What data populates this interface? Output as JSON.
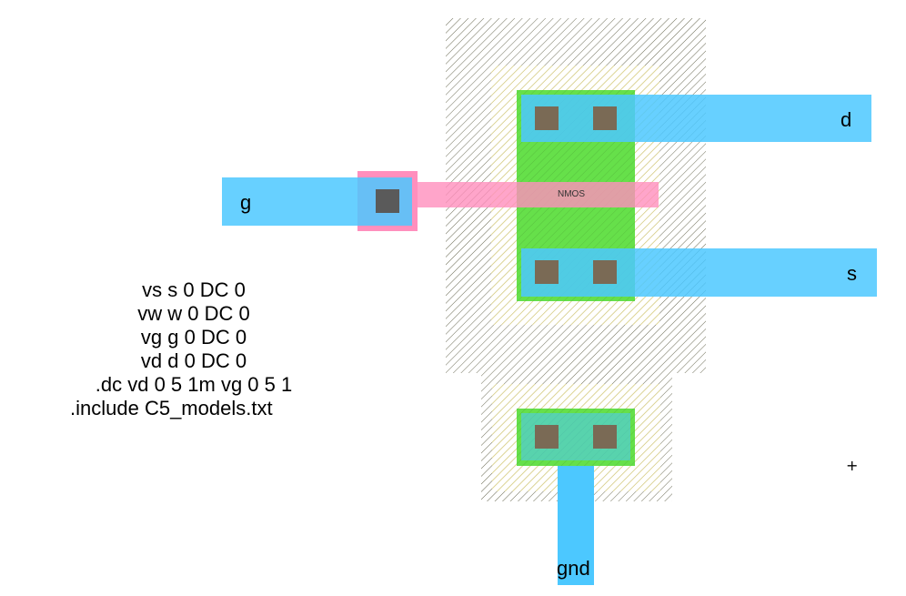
{
  "layout_editor": {
    "layers": {
      "active": "#b5b595",
      "select": "#f7f3a0",
      "poly": "#ff8fbd",
      "ndiff": "#66e04a",
      "metal1": "#4cc8ff",
      "contact": "#7a6a55",
      "poly_contact": "#5a5a5a"
    },
    "pins": {
      "d": "d",
      "s": "s",
      "g": "g",
      "gnd": "gnd"
    },
    "device_label": "NMOS",
    "spice_lines": [
      "vs s 0 DC 0",
      "vw w 0 DC 0",
      "vg g 0 DC 0",
      "vd d 0 DC 0",
      ".dc vd 0 5 1m vg 0 5 1",
      ".include C5_models.txt"
    ],
    "cursor_icon": "crosshair-icon"
  }
}
